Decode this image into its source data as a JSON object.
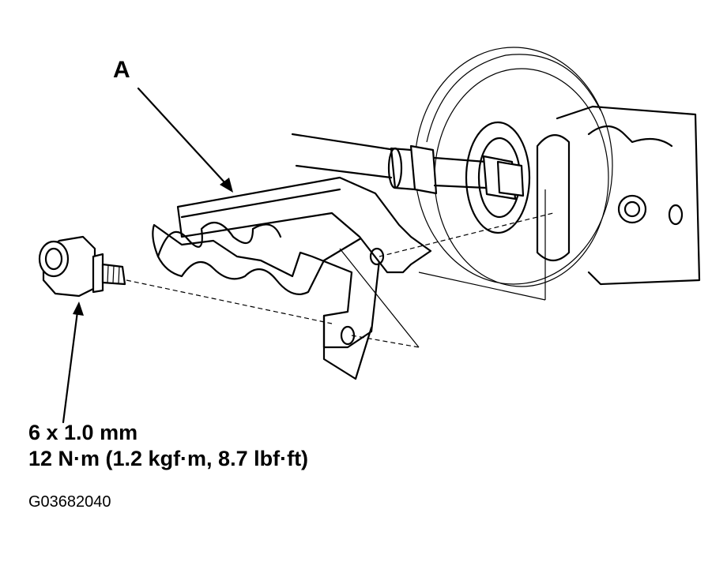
{
  "figure": {
    "part_label": "A",
    "bolt_spec": {
      "size": "6 x 1.0 mm",
      "torque": "12 N·m (1.2 kgf·m, 8.7 lbf·ft)"
    },
    "figure_code": "G03682040"
  },
  "colors": {
    "ink": "#000000",
    "background": "#ffffff"
  }
}
